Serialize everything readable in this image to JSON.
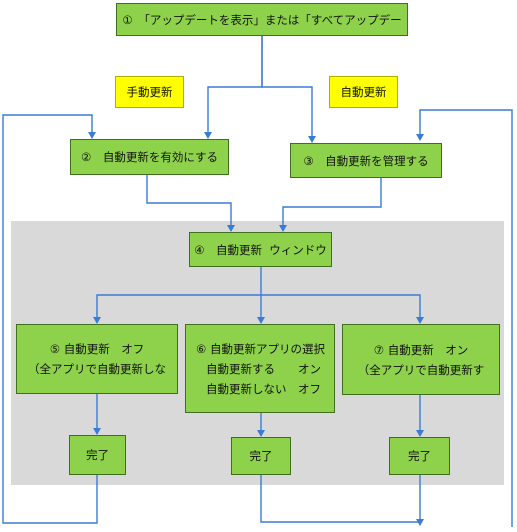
{
  "boxes": {
    "b1": "①　「アップデートを表示」または「すべてアップデー",
    "b2": "②　自動更新を有効にする",
    "b3": "③　自動更新を管理する",
    "b4": "④　自動更新  ウィンドウ",
    "b5": [
      "⑤ 自動更新　オフ",
      "（全アプリで自動更新しな"
    ],
    "b6": [
      "⑥ 自動更新アプリの選択",
      "自動更新する　　オン",
      "自動更新しない　オフ"
    ],
    "b7": [
      "⑦ 自動更新　オン",
      "（全アプリで自動更新す"
    ],
    "done_left": "完了",
    "done_mid": "完了",
    "done_right": "完了"
  },
  "labels": {
    "manual": "手動更新",
    "auto": "自動更新"
  },
  "colors": {
    "box_fill": "#8ed24b",
    "label_fill": "#ffff00",
    "panel": "#d9d9d9",
    "wire": "#3a7bd5"
  }
}
